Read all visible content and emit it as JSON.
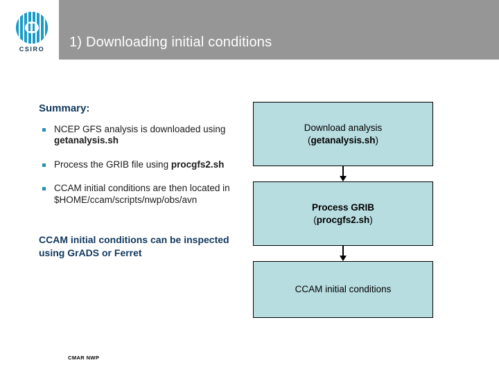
{
  "header": {
    "title": "1) Downloading initial conditions",
    "bar_color": "#969696",
    "title_color": "#ffffff"
  },
  "logo": {
    "name": "csiro-logo",
    "wordmark": "CSIRO",
    "circle_color": "#1c9ac6",
    "wordmark_color": "#13394f"
  },
  "left": {
    "summary_heading": "Summary:",
    "heading_color": "#10375c",
    "bullet_color": "#2a8fb0",
    "bullets": [
      {
        "text_before": "NCEP GFS analysis is downloaded using ",
        "bold": "getanalysis.sh",
        "text_after": ""
      },
      {
        "text_before": "Process the GRIB file using ",
        "bold": "procgfs2.sh",
        "text_after": ""
      },
      {
        "text_before": "CCAM initial conditions are then located in $HOME/ccam/scripts/nwp/obs/avn",
        "bold": "",
        "text_after": ""
      }
    ],
    "closing_note": "CCAM initial conditions can be inspected using GrADS or Ferret"
  },
  "flow": {
    "box_fill": "#b8dde1",
    "box_border": "#000000",
    "boxes": [
      {
        "line1": "Download analysis",
        "line1_bold": false,
        "paren_open": "(",
        "line2_bold": "getanalysis.sh",
        "paren_close": ")"
      },
      {
        "line1": "Process GRIB",
        "line1_bold": true,
        "paren_open": "(",
        "line2_bold": "procgfs2.sh",
        "paren_close": ")"
      },
      {
        "line1": "CCAM initial conditions",
        "line1_bold": false,
        "paren_open": "",
        "line2_bold": "",
        "paren_close": ""
      }
    ]
  },
  "footer": {
    "text": "CMAR NWP"
  }
}
